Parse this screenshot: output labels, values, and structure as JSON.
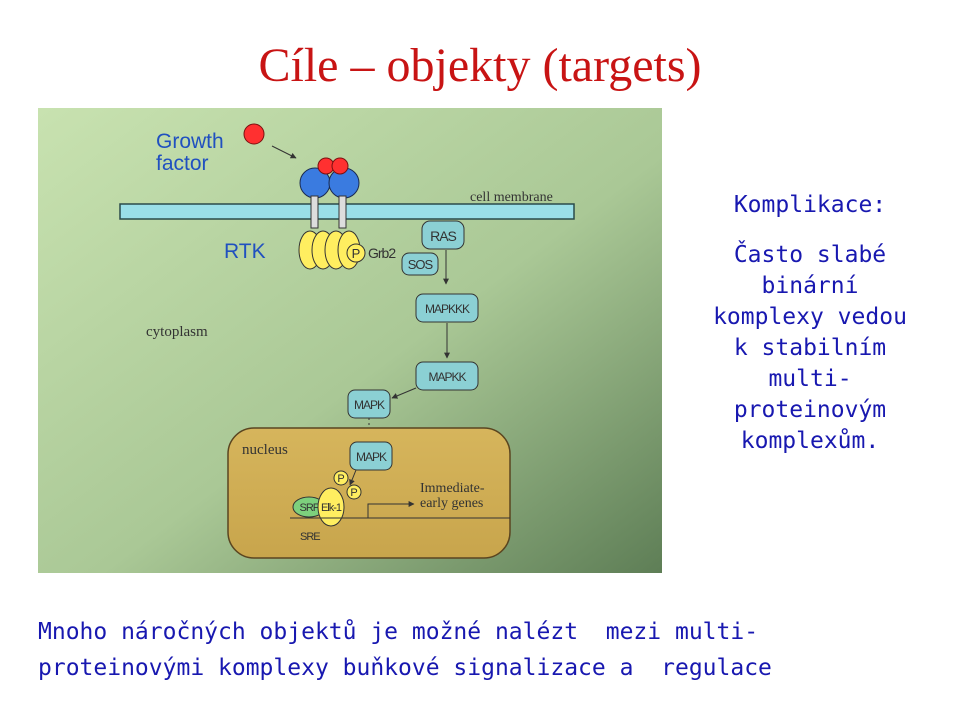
{
  "title": "Cíle – objekty (targets)",
  "diagram": {
    "growth_factor": [
      "Growth",
      "factor"
    ],
    "rtk": "RTK",
    "cell_membrane": "cell membrane",
    "cytoplasm": "cytoplasm",
    "nucleus": "nucleus",
    "p_grb2": "P",
    "grb2": "Grb2",
    "ras": "RAS",
    "sos": "SOS",
    "mapkkk": "MAPKKK",
    "mapkk": "MAPKK",
    "mapk_cyto": "MAPK",
    "mapk_nuc": "MAPK",
    "p1": "P",
    "p2": "P",
    "srf": "SRF",
    "elk1": "Elk-1",
    "sre": "SRE",
    "immediate_early": [
      "Immediate-",
      "early genes"
    ],
    "colors": {
      "background_gradient": [
        "#c3ddaa",
        "#6a8a5e"
      ],
      "membrane": "#9adfe8",
      "receptor_blue": "#3a7be0",
      "receptor_yellow": "#ffee60",
      "ligand_red": "#ff3030",
      "nucleus_fill": "#d0b057",
      "title_red": "#c81414",
      "text_blue": "#1818b0"
    }
  },
  "side": {
    "heading": "Komplikace:",
    "body": "Často slabé\nbinární\nkomplexy vedou\nk stabilním\nmulti-\nproteinovým\nkomplexům."
  },
  "bottom": {
    "line1": "Mnoho náročných objektů je možné nalézt  mezi multi-",
    "line2": "proteinovými komplexy buňkové signalizace a  regulace"
  }
}
